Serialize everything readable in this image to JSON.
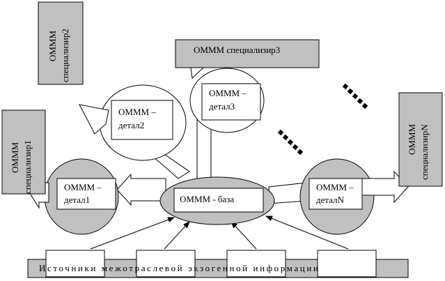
{
  "diagram": {
    "base_label": "ОМММ - база",
    "details": {
      "d1": [
        "ОМММ –",
        "детал1"
      ],
      "d2": [
        "ОМММ –",
        "детал2"
      ],
      "d3": [
        "ОМММ –",
        "детал3"
      ],
      "dN": [
        "ОМММ –",
        "деталN"
      ]
    },
    "specialized": {
      "s1": [
        "ОМММ",
        "специализир1"
      ],
      "s2": [
        "ОМММ",
        "специализир2"
      ],
      "s3": "ОМММ специализир3",
      "sN": [
        "ОМММ",
        "специализирN"
      ]
    },
    "sources_label": "Источники   межотраслевой   экзогенной   информации",
    "colors": {
      "gray": "#c0c0c0",
      "fill": "#ffffff",
      "stroke": "#000000"
    }
  }
}
